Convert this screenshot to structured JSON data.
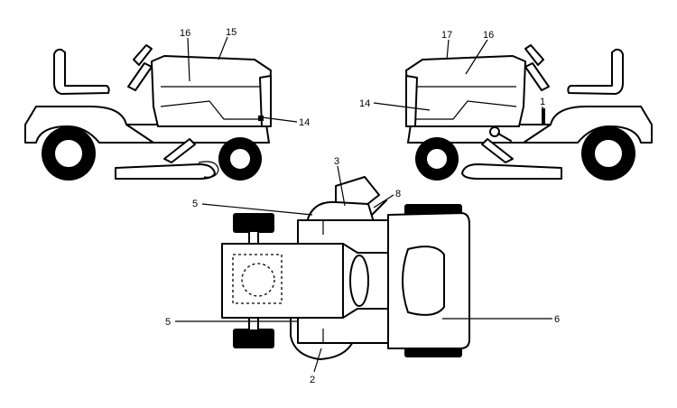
{
  "diagram": {
    "labels": {
      "left_16": "16",
      "left_15": "15",
      "left_14": "14",
      "right_17": "17",
      "right_16": "16",
      "right_14": "14",
      "right_1": "1",
      "top_3": "3",
      "top_8": "8",
      "top_5a": "5",
      "top_5b": "5",
      "top_6": "6",
      "top_2": "2"
    }
  }
}
